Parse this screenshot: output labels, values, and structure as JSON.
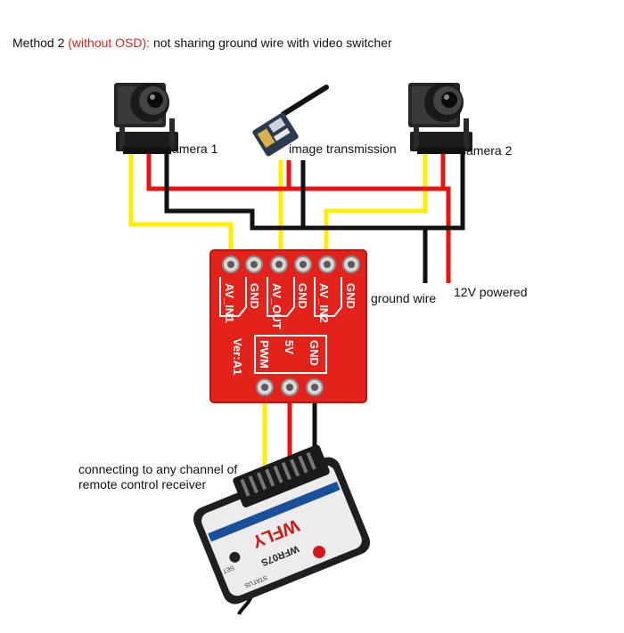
{
  "title": {
    "prefix": "Method 2 ",
    "highlight": "(without OSD):",
    "suffix": " not sharing ground wire with video switcher"
  },
  "labels": {
    "camera1": "camera 1",
    "image_transmission": "image transmission",
    "camera2": "camera 2",
    "ground_wire": "ground wire",
    "power": "12V powered",
    "receiver_line1": "connecting to any channel of",
    "receiver_line2": "remote control receiver"
  },
  "board": {
    "top_pins": [
      "AV_IN1",
      "GND",
      "AV_OUT",
      "GND",
      "AV_IN2",
      "GND"
    ],
    "bottom_pins": [
      "PWM",
      "5V",
      "GND"
    ],
    "version": "Ver:A1"
  },
  "receiver": {
    "brand": "WFLY",
    "model": "WFR07S",
    "status": "STATUS",
    "set": "SET"
  },
  "colors": {
    "signal": "#ffee00",
    "power": "#ee1111",
    "ground": "#111111",
    "board": "#e3231b",
    "title_highlight": "#e0201a"
  }
}
